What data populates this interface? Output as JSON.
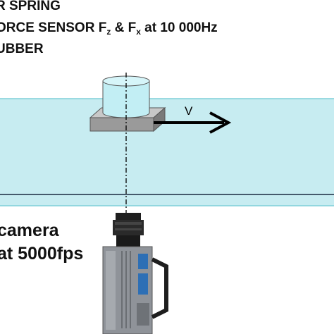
{
  "header": {
    "line1": "R SPRING",
    "line2_prefix": "ORCE SENSOR F",
    "line2_sub_z": "z",
    "line2_mid": " & F",
    "line2_sub_x": "x",
    "line2_suffix": " at 10 000Hz",
    "line3": "UBBER"
  },
  "diagram": {
    "velocity_label": "V",
    "colors": {
      "band": "#c7ecf1",
      "band_edge": "#7fcfd8",
      "cylinder": "#c2eef4",
      "plate": "#9a9a9a",
      "arrow": "#000000"
    }
  },
  "camera": {
    "line1": "camera",
    "line2": "at 5000fps"
  }
}
